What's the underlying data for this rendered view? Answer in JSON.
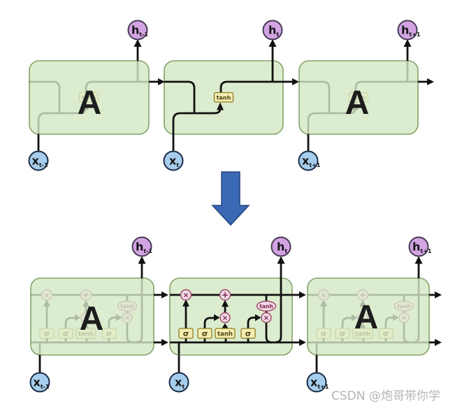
{
  "watermark": {
    "text": "CSDN @炮哥带你学"
  },
  "labels": {
    "cell": "A",
    "tanh": "tanh",
    "sigma": "σ",
    "multiply": "×",
    "add": "+"
  },
  "nodes": {
    "h_prev": {
      "main": "h",
      "sub": "t-1"
    },
    "h_t": {
      "main": "h",
      "sub": "t"
    },
    "h_next": {
      "main": "h",
      "sub": "t+1"
    },
    "x_prev": {
      "main": "x",
      "sub": "t-1"
    },
    "x_t": {
      "main": "x",
      "sub": "t"
    },
    "x_next": {
      "main": "x",
      "sub": "t+1"
    }
  },
  "colors": {
    "cell_fill": "#dcedcf",
    "cell_border": "#83a369",
    "h_node_fill": "#d3a4e3",
    "x_node_fill": "#a6cdec",
    "gate_fill": "#f3edb3",
    "op_fill": "#eed9e6",
    "transform_arrow_fill": "#3a69b5",
    "line": "#111111",
    "watermark": "#b5b5b5"
  }
}
